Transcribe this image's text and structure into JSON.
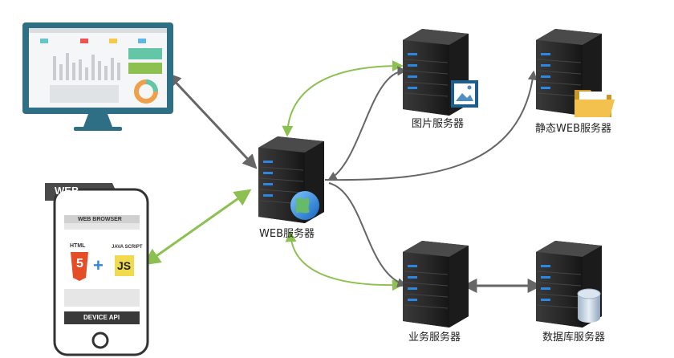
{
  "nodes": {
    "web_server": "WEB服务器",
    "image_server": "图片服务器",
    "static_web_server": "静态WEB服务器",
    "business_server": "业务服务器",
    "database_server": "数据库服务器"
  },
  "mobile": {
    "badge": "WEB",
    "browser_label": "WEB BROWSER",
    "html_label": "HTML",
    "html_version": "5",
    "js_label": "JAVA SCRIPT",
    "js_text": "JS",
    "plus": "+",
    "device_api": "DEVICE API"
  },
  "colors": {
    "green_arrow": "#8cc152",
    "gray_arrow": "#666666",
    "monitor_frame": "#2f6f86",
    "server_body": "#2b2b2b",
    "server_led": "#2e86de"
  }
}
